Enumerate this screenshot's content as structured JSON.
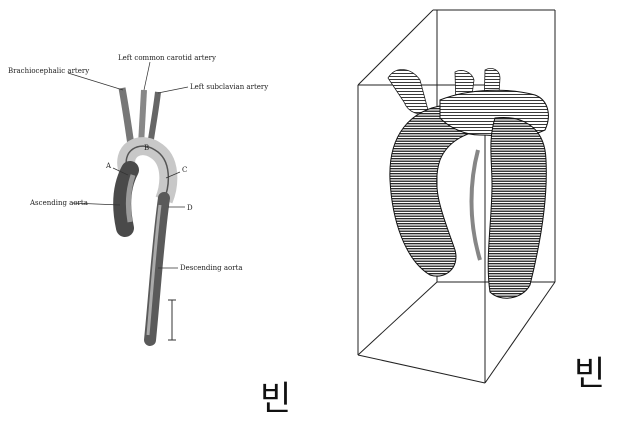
{
  "left_figure": {
    "labels": {
      "brachiocephalic": "Brachiocephalic artery",
      "left_common_carotid": "Left common carotid artery",
      "left_subclavian": "Left subclavian artery",
      "ascending": "Ascending aorta",
      "descending": "Descending aorta",
      "marker_a": "A",
      "marker_b": "B",
      "marker_c": "C",
      "marker_d": "D"
    }
  },
  "captions": {
    "under_left_figure": "빈",
    "beside_right_figure": "빈"
  }
}
